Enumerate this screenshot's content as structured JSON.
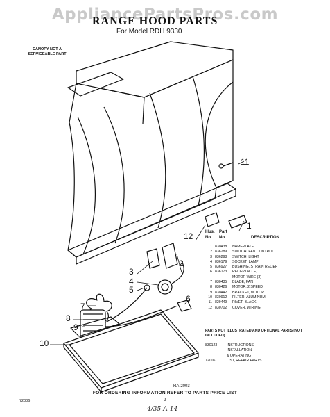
{
  "watermark": "AppliancePartsPros.com",
  "title": "RANGE HOOD PARTS",
  "model_line": "For Model  RDH 9330",
  "canopy_label": "CANOPY NOT A SERVICEABLE PART",
  "callouts": [
    "1",
    "2",
    "3",
    "4",
    "5",
    "6",
    "7",
    "8",
    "9",
    "10",
    "11",
    "12"
  ],
  "table": {
    "col_illus": "Illus.",
    "col_no": "No.",
    "col_part": "Part",
    "col_part_no": "No.",
    "col_desc": "DESCRIPTION",
    "rows": [
      {
        "n": "1",
        "part": "830438",
        "desc": "NAMEPLATE"
      },
      {
        "n": "2",
        "part": "836289",
        "desc": "SWITCH, FAN CONTROL"
      },
      {
        "n": "3",
        "part": "836298",
        "desc": "SWITCH, LIGHT"
      },
      {
        "n": "4",
        "part": "836179",
        "desc": "SOCKET, LAMP"
      },
      {
        "n": "5",
        "part": "836927",
        "desc": "BUSHING, STRAIN RELIEF"
      },
      {
        "n": "6",
        "part": "836173",
        "desc": "RECEPTACLE,"
      },
      {
        "n": "",
        "part": "",
        "desc": "MOTOR WIRE (3)"
      },
      {
        "n": "7",
        "part": "830435",
        "desc": "BLADE, FAN"
      },
      {
        "n": "8",
        "part": "830426",
        "desc": "MOTOR, 2 SPEED"
      },
      {
        "n": "9",
        "part": "830442",
        "desc": "BRACKET, MOTOR"
      },
      {
        "n": "10",
        "part": "830912",
        "desc": "FILTER, ALUMINUM"
      },
      {
        "n": "11",
        "part": "829449",
        "desc": "RIVET, BLACK"
      },
      {
        "n": "12",
        "part": "830702",
        "desc": "COVER, WIRING"
      }
    ],
    "note": "PARTS NOT ILLUSTRATED AND OPTIONAL PARTS (NOT INCLUDED)",
    "extras": [
      {
        "part": "830123",
        "desc": "INSTRUCTIONS,"
      },
      {
        "part": "",
        "desc": "INSTALLATION"
      },
      {
        "part": "",
        "desc": "& OPERATING"
      },
      {
        "part": "72006",
        "desc": "LIST, REPAIR PARTS"
      }
    ]
  },
  "figure_code": "RA-2003",
  "footer": "FOR ORDERING INFORMATION REFER TO PARTS PRICE LIST",
  "page_number": "2",
  "bottom_left": "72006",
  "handwritten": "4/35-A-14"
}
